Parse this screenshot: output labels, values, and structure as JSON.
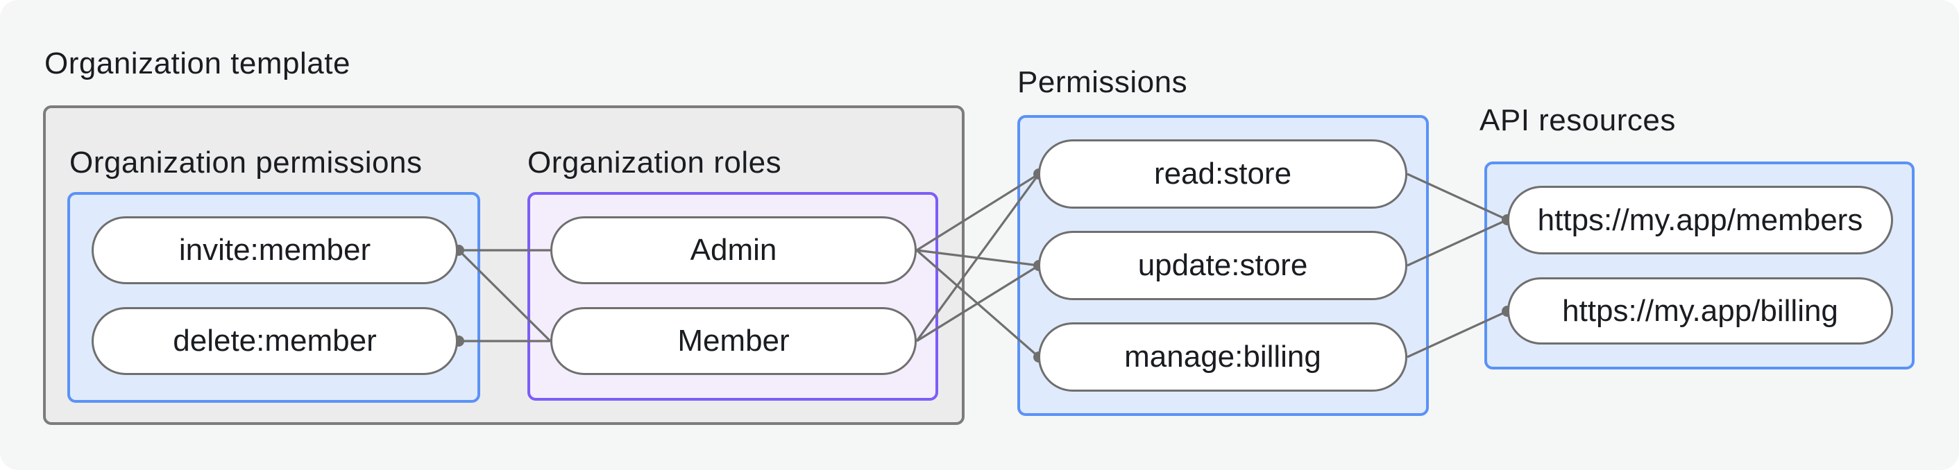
{
  "diagram_title": "Organization template",
  "groups": {
    "organization_permissions": {
      "label": "Organization permissions",
      "items": [
        "invite:member",
        "delete:member"
      ]
    },
    "organization_roles": {
      "label": "Organization roles",
      "items": [
        "Admin",
        "Member"
      ]
    },
    "permissions": {
      "label": "Permissions",
      "items": [
        "read:store",
        "update:store",
        "manage:billing"
      ]
    },
    "api_resources": {
      "label": "API resources",
      "items": [
        "https://my.app/members",
        "https://my.app/billing"
      ]
    }
  },
  "connections": [
    {
      "from": "invite:member",
      "to": "Admin"
    },
    {
      "from": "invite:member",
      "to": "Member"
    },
    {
      "from": "delete:member",
      "to": "Member"
    },
    {
      "from": "Admin",
      "to": "read:store"
    },
    {
      "from": "Admin",
      "to": "update:store"
    },
    {
      "from": "Admin",
      "to": "manage:billing"
    },
    {
      "from": "Member",
      "to": "read:store"
    },
    {
      "from": "Member",
      "to": "update:store"
    },
    {
      "from": "read:store",
      "to": "https://my.app/members"
    },
    {
      "from": "update:store",
      "to": "https://my.app/members"
    },
    {
      "from": "manage:billing",
      "to": "https://my.app/billing"
    }
  ],
  "colors": {
    "page_bg": "#f5f6f6",
    "frame_fill": "#ececec",
    "frame_border": "#7c7c7c",
    "blue_fill": "#dfebfc",
    "blue_border": "#5a92f7",
    "purple_fill": "#f4eefc",
    "purple_border": "#7c5df8",
    "pill_fill": "#ffffff",
    "pill_border": "#6f6f6f",
    "connector": "#6f6f6f",
    "text": "#191c20"
  }
}
